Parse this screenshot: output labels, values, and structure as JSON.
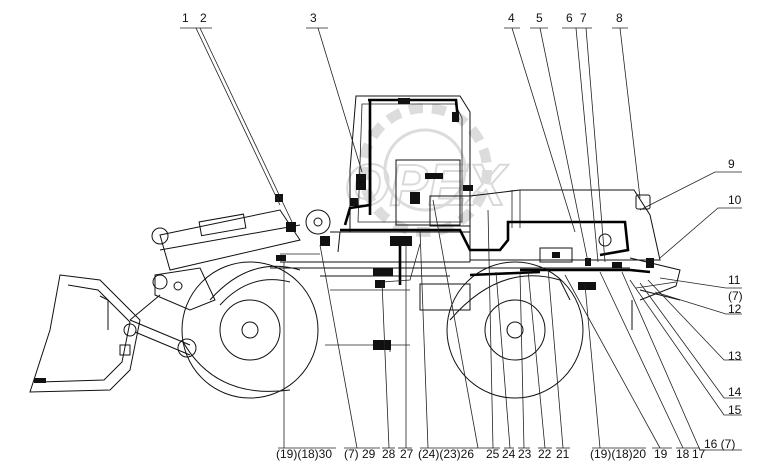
{
  "top_callouts": [
    "1",
    "2",
    "3",
    "4",
    "5",
    "6",
    "7",
    "8"
  ],
  "right_callouts": [
    "9",
    "10",
    "11",
    "(7)",
    "12",
    "13",
    "14",
    "15",
    "16 (7)"
  ],
  "bottom_callouts": [
    "(19)(18)30",
    "(7) 29",
    "28",
    "27",
    "(24)(23)26",
    "25",
    "24",
    "23",
    "22",
    "21",
    "(19)(18)20",
    "19",
    "18",
    "17"
  ],
  "watermark": "OPEX"
}
